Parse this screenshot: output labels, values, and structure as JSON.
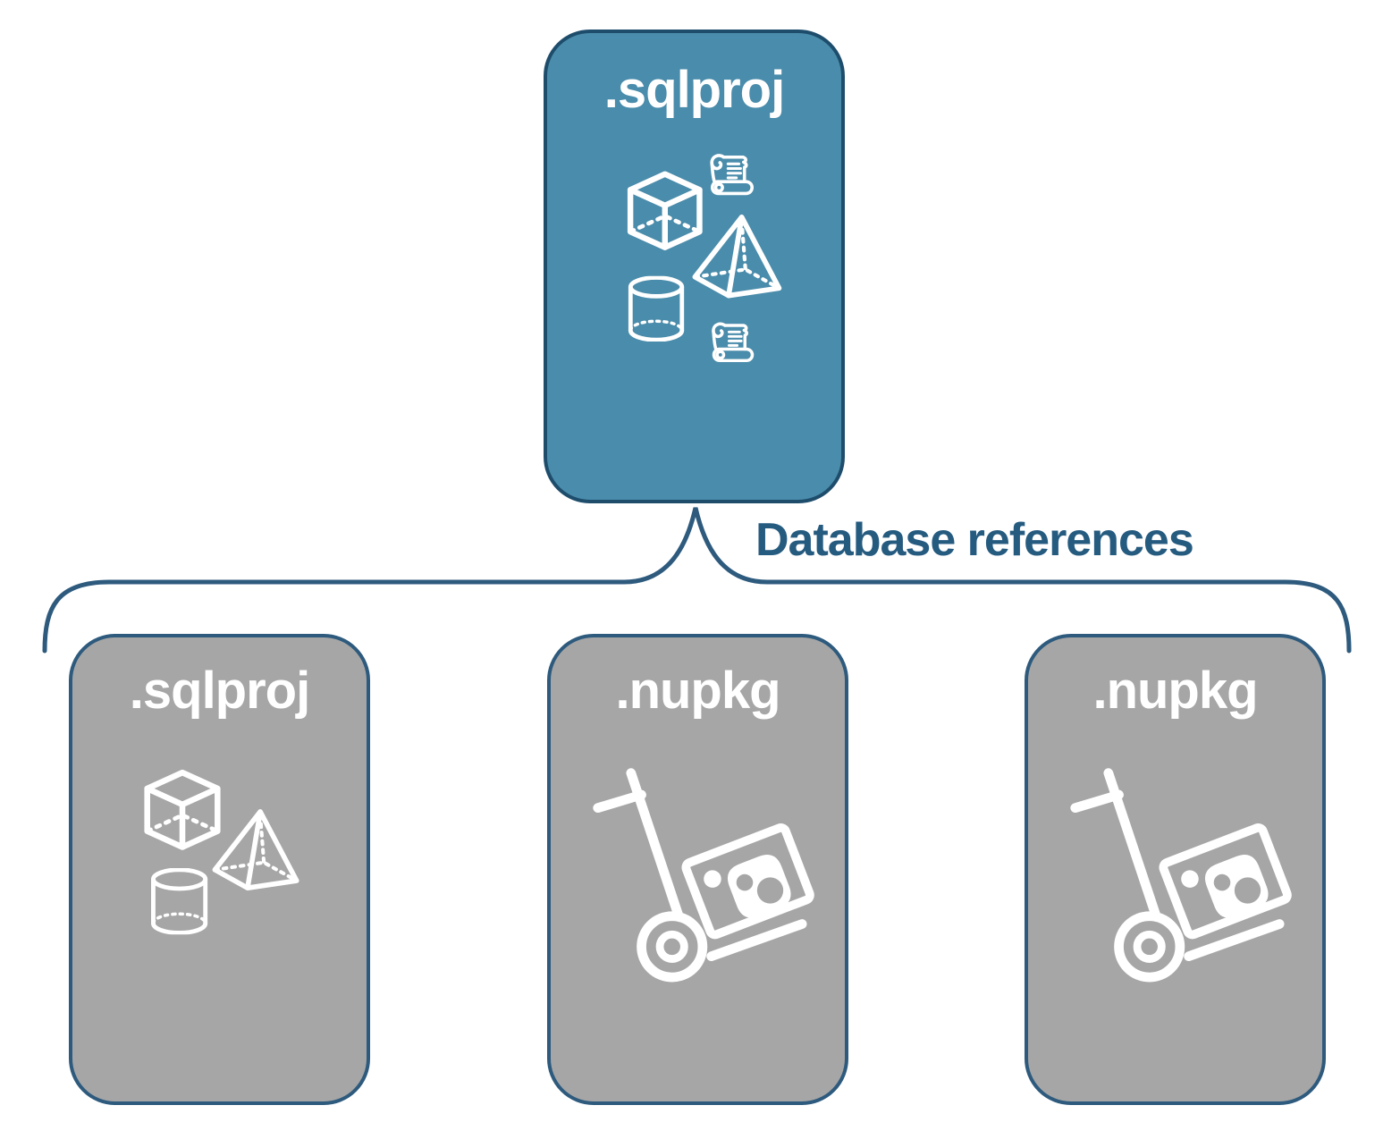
{
  "connector": {
    "label": "Database references",
    "line_color": "#2D5A7D"
  },
  "nodes": {
    "top": {
      "title": ".sqlproj",
      "fill": "#4A8CAB",
      "border": "#1E4D6C",
      "icons": [
        "scroll-icon",
        "cube-icon",
        "pyramid-icon",
        "cylinder-icon",
        "scroll-icon"
      ]
    },
    "children": [
      {
        "title": ".sqlproj",
        "fill": "#A6A6A6",
        "border": "#2D5A7D",
        "icons": [
          "cube-icon",
          "pyramid-icon",
          "cylinder-icon"
        ]
      },
      {
        "title": ".nupkg",
        "fill": "#A6A6A6",
        "border": "#2D5A7D",
        "icons": [
          "hand-truck-icon",
          "nuget-logo-icon"
        ]
      },
      {
        "title": ".nupkg",
        "fill": "#A6A6A6",
        "border": "#2D5A7D",
        "icons": [
          "hand-truck-icon",
          "nuget-logo-icon"
        ]
      }
    ]
  },
  "colors": {
    "background": "#FFFFFF",
    "icon_stroke": "#FFFFFF",
    "label_text": "#265B80"
  }
}
